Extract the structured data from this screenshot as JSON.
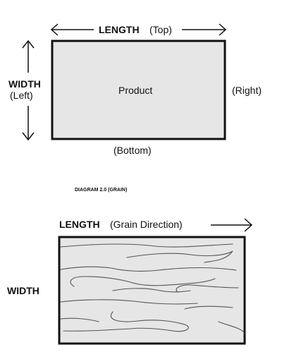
{
  "diagram_top": {
    "length_label": "LENGTH",
    "length_qualifier": "(Top)",
    "width_label": "WIDTH",
    "width_qualifier": "(Left)",
    "product_label": "Product",
    "right_label": "(Right)",
    "bottom_label": "(Bottom)"
  },
  "caption": "DIAGRAM 2.0 (GRAIN)",
  "diagram_grain": {
    "length_label": "LENGTH",
    "length_qualifier": "(Grain Direction)",
    "width_label": "WIDTH"
  },
  "colors": {
    "fill": "#e6e6e6",
    "stroke": "#111111",
    "background": "#ffffff"
  }
}
